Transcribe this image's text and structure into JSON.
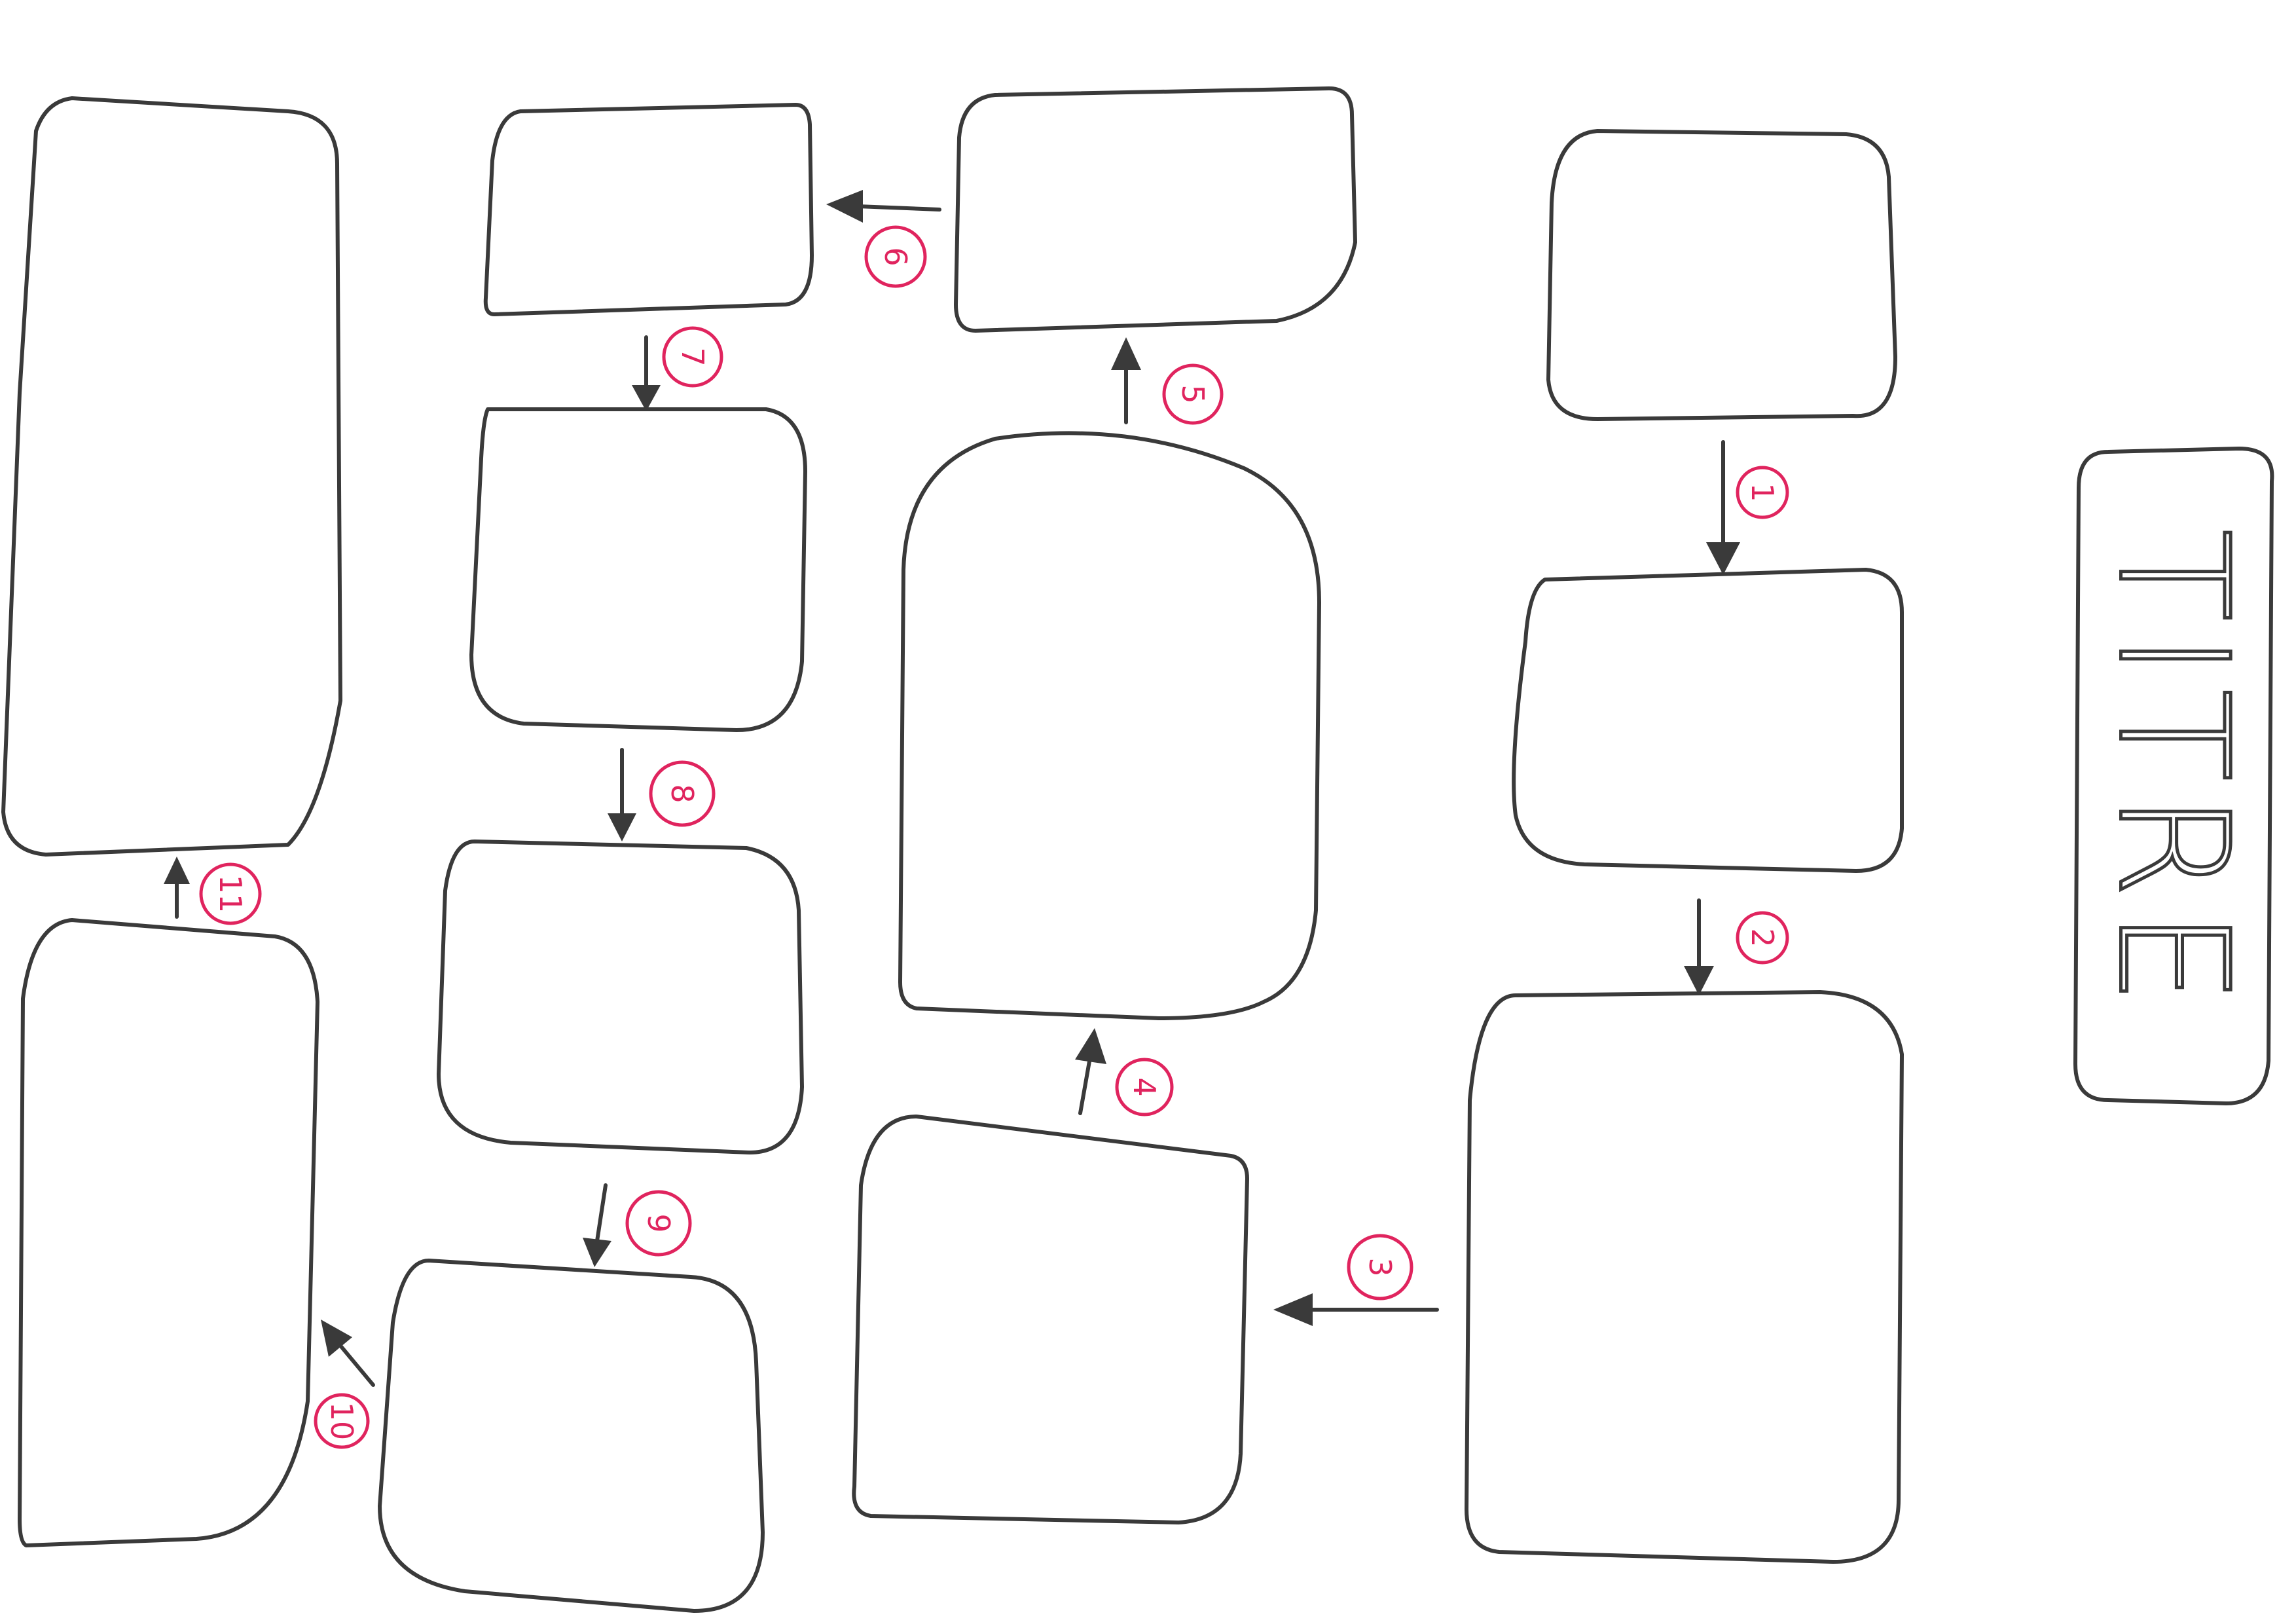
{
  "title": "TITRE",
  "colors": {
    "ink": "#3a3a3a",
    "marker": "#e0245e",
    "paper": "#ffffff"
  },
  "boxes": [
    {
      "id": "box-0",
      "label": ""
    },
    {
      "id": "box-1",
      "label": ""
    },
    {
      "id": "box-2",
      "label": ""
    },
    {
      "id": "box-3",
      "label": ""
    },
    {
      "id": "box-4",
      "label": ""
    },
    {
      "id": "box-5",
      "label": ""
    },
    {
      "id": "box-6",
      "label": ""
    },
    {
      "id": "box-7",
      "label": ""
    },
    {
      "id": "box-8",
      "label": ""
    },
    {
      "id": "box-9",
      "label": ""
    },
    {
      "id": "box-10",
      "label": ""
    },
    {
      "id": "box-11",
      "label": ""
    }
  ],
  "steps": [
    {
      "number": "1",
      "from": "box-0",
      "to": "box-1"
    },
    {
      "number": "2",
      "from": "box-1",
      "to": "box-2"
    },
    {
      "number": "3",
      "from": "box-2",
      "to": "box-3"
    },
    {
      "number": "4",
      "from": "box-3",
      "to": "box-4"
    },
    {
      "number": "5",
      "from": "box-4",
      "to": "box-5"
    },
    {
      "number": "6",
      "from": "box-5",
      "to": "box-6"
    },
    {
      "number": "7",
      "from": "box-6",
      "to": "box-7"
    },
    {
      "number": "8",
      "from": "box-7",
      "to": "box-8"
    },
    {
      "number": "9",
      "from": "box-8",
      "to": "box-9"
    },
    {
      "number": "10",
      "from": "box-9",
      "to": "box-10"
    },
    {
      "number": "11",
      "from": "box-10",
      "to": "box-11"
    }
  ]
}
